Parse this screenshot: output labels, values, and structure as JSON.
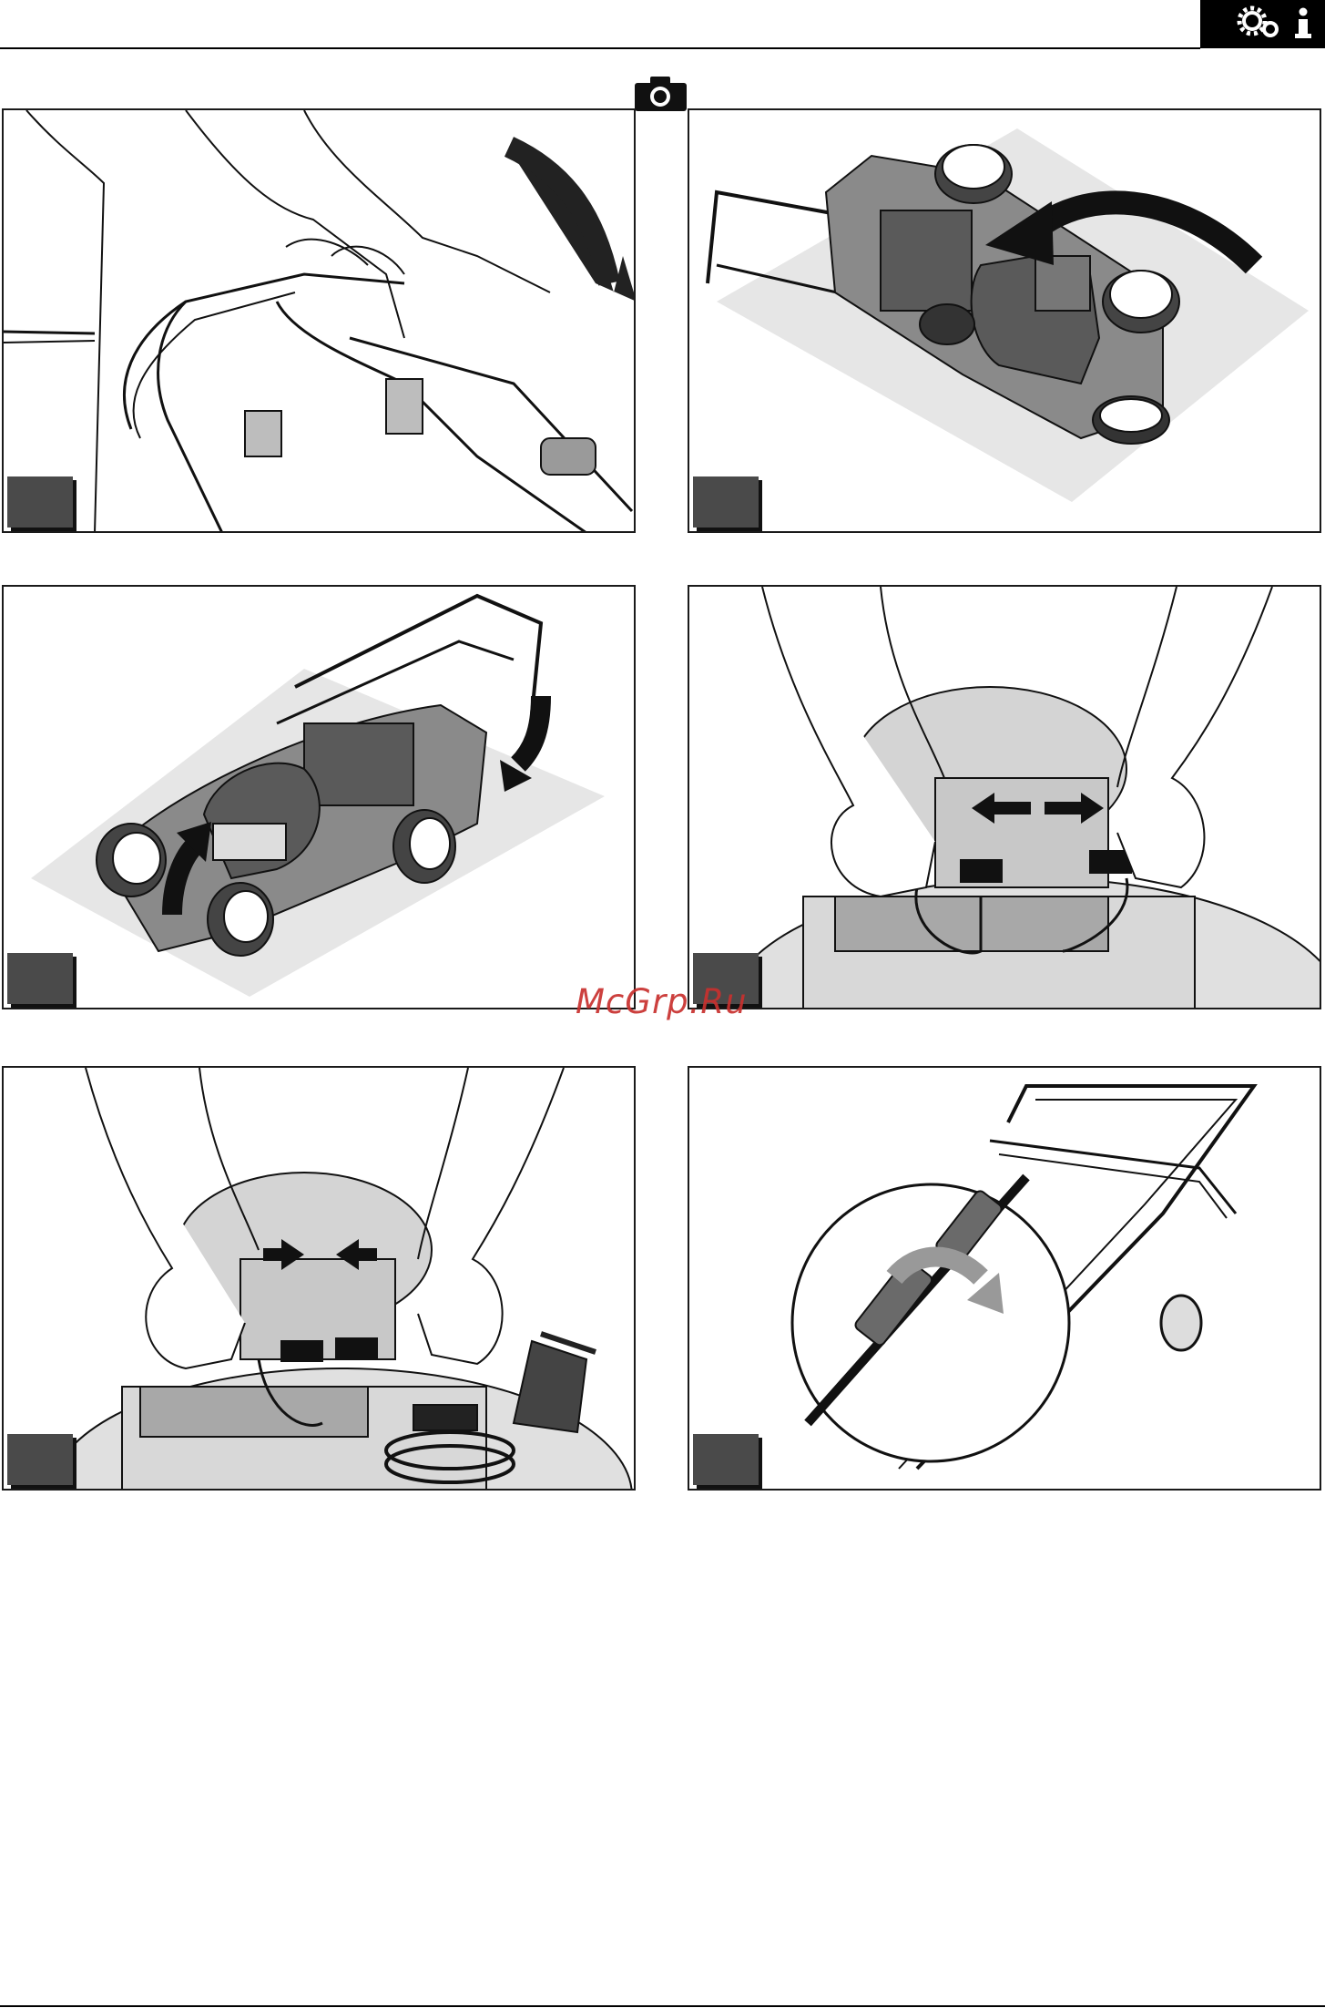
{
  "header": {
    "corner_icons": [
      "gears-icon",
      "info-icon"
    ],
    "camera_icon": "camera-icon"
  },
  "panels": [
    {
      "id": 1,
      "depicts": "folding-handle"
    },
    {
      "id": 2,
      "depicts": "tilting-mower"
    },
    {
      "id": 3,
      "depicts": "lowering-mower"
    },
    {
      "id": 4,
      "depicts": "disconnecting-battery"
    },
    {
      "id": 5,
      "depicts": "connecting-charger"
    },
    {
      "id": 6,
      "depicts": "cable-connector"
    }
  ],
  "watermark": {
    "text": "McGrp.Ru",
    "color": "#c8302e"
  },
  "colors": {
    "badge": "#4a4a4a",
    "floor": "#e6e6e6",
    "mower_dark": "#5a5a5a",
    "mower_mid": "#8a8a8a"
  }
}
